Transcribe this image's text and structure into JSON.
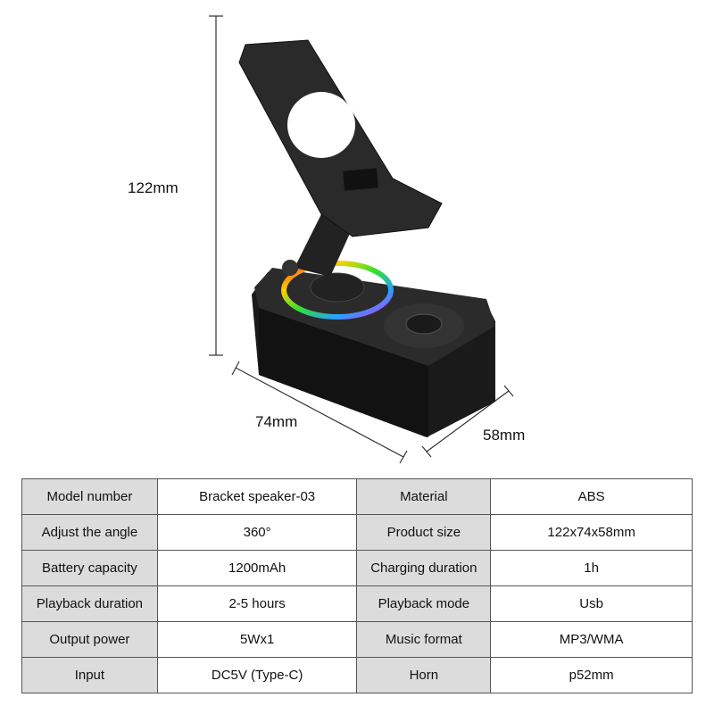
{
  "dimensions": {
    "height": "122mm",
    "length": "74mm",
    "width": "58mm"
  },
  "specs": [
    {
      "label1": "Model number",
      "value1": "Bracket speaker-03",
      "label2": "Material",
      "value2": "ABS"
    },
    {
      "label1": "Adjust the angle",
      "value1": "360°",
      "label2": "Product size",
      "value2": "122x74x58mm"
    },
    {
      "label1": "Battery capacity",
      "value1": "1200mAh",
      "label2": "Charging duration",
      "value2": "1h"
    },
    {
      "label1": "Playback duration",
      "value1": "2-5 hours",
      "label2": "Playback mode",
      "value2": "Usb"
    },
    {
      "label1": "Output power",
      "value1": "5Wx1",
      "label2": "Music format",
      "value2": "MP3/WMA"
    },
    {
      "label1": "Input",
      "value1": "DC5V (Type-C)",
      "label2": "Horn",
      "value2": "p52mm"
    }
  ]
}
